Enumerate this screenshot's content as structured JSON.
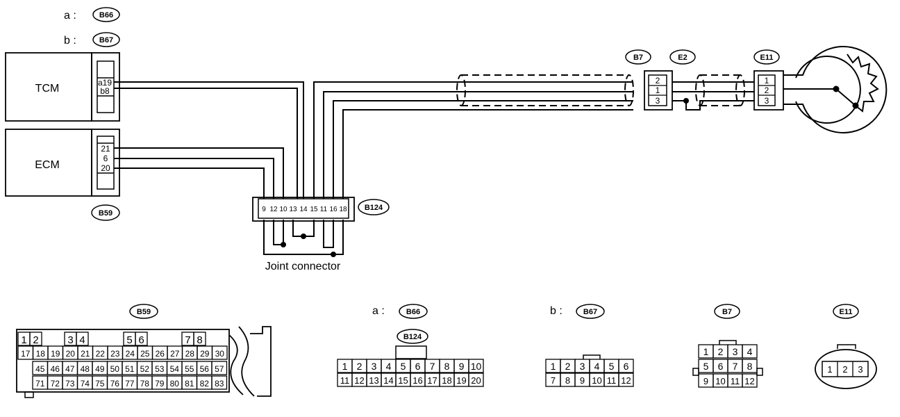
{
  "header": {
    "a_label": "a :",
    "b_label": "b :",
    "a_connector": "B66",
    "b_connector": "B67"
  },
  "modules": {
    "tcm": "TCM",
    "ecm": "ECM"
  },
  "tcm_pins": [
    "a19",
    "b8"
  ],
  "ecm_pins": [
    "21",
    "6",
    "20"
  ],
  "ecm_connector": "B59",
  "joint": {
    "connector": "B124",
    "label": "Joint connector",
    "pins": [
      "9",
      "12",
      "10",
      "13",
      "14",
      "15",
      "11",
      "16",
      "18"
    ]
  },
  "b7": {
    "connector": "B7",
    "pins": [
      "2",
      "1",
      "3"
    ]
  },
  "e2": {
    "connector": "E2"
  },
  "e11": {
    "connector": "E11",
    "pins": [
      "1",
      "2",
      "3"
    ]
  },
  "bottom": {
    "b59": {
      "title": "B59",
      "row1": [
        "1",
        "2",
        "3",
        "4",
        "5",
        "6",
        "7",
        "8"
      ],
      "row2": [
        "17",
        "18",
        "19",
        "20",
        "21",
        "22",
        "23",
        "24",
        "25",
        "26",
        "27",
        "28",
        "29",
        "30"
      ],
      "row3": [
        "45",
        "46",
        "47",
        "48",
        "49",
        "50",
        "51",
        "52",
        "53",
        "54",
        "55",
        "56",
        "57"
      ],
      "row4": [
        "71",
        "72",
        "73",
        "74",
        "75",
        "76",
        "77",
        "78",
        "79",
        "80",
        "81",
        "82",
        "83"
      ]
    },
    "b66": {
      "prefix": "a :",
      "title": "B66",
      "sub": "B124",
      "row1": [
        "1",
        "2",
        "3",
        "4",
        "5",
        "6",
        "7",
        "8",
        "9",
        "10"
      ],
      "row2": [
        "11",
        "12",
        "13",
        "14",
        "15",
        "16",
        "17",
        "18",
        "19",
        "20"
      ]
    },
    "b67": {
      "prefix": "b :",
      "title": "B67",
      "row1": [
        "1",
        "2",
        "3",
        "4",
        "5",
        "6"
      ],
      "row2": [
        "7",
        "8",
        "9",
        "10",
        "11",
        "12"
      ]
    },
    "b7": {
      "title": "B7",
      "row1": [
        "1",
        "2",
        "3",
        "4"
      ],
      "row2": [
        "5",
        "6",
        "7",
        "8"
      ],
      "row3": [
        "9",
        "10",
        "11",
        "12"
      ]
    },
    "e11": {
      "title": "E11",
      "pins": [
        "1",
        "2",
        "3"
      ]
    }
  }
}
